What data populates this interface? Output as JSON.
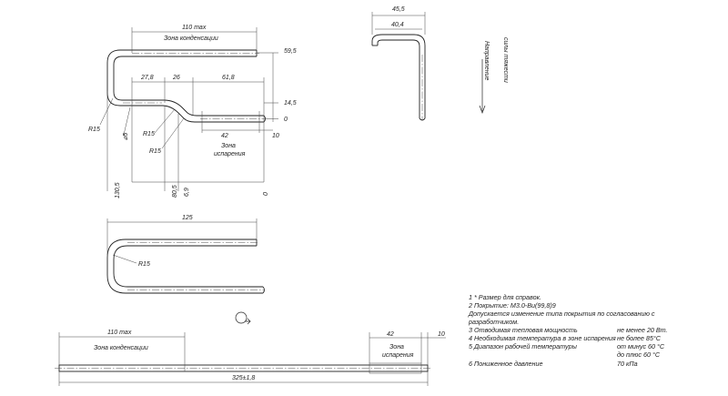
{
  "front_view": {
    "dim_110max": "110 max",
    "zone_condensation": "Зона конденсации",
    "dim_59_5": "59,5",
    "dim_27_8": "27,8",
    "dim_26": "26",
    "dim_61_8": "61,8",
    "dim_14_5": "14,5",
    "dim_0_right": "0",
    "dim_42": "42",
    "dim_10": "10",
    "zone_evaporation_1": "Зона",
    "zone_evaporation_2": "испарения",
    "r15_a": "R15",
    "r15_b": "R15",
    "r15_c": "R15",
    "dia5": "⌀5",
    "dim_130_5": "130,5",
    "dim_80_5": "80,5",
    "dim_6_9": "6,9",
    "dim_0_bottom": "0"
  },
  "side_view": {
    "dim_45_5": "45,5",
    "dim_40_4": "40,4",
    "gravity_1": "Направление",
    "gravity_2": "силы тяжести"
  },
  "top_view": {
    "dim_125": "125",
    "r15": "R15"
  },
  "flat_view": {
    "dim_110max": "110 max",
    "zone_condensation": "Зона конденсации",
    "dim_42": "42",
    "dim_10": "10",
    "zone_evaporation_1": "Зона",
    "zone_evaporation_2": "испарения",
    "dim_total": "325±1,8"
  },
  "notes": [
    {
      "text": "1 * Размер для справок.",
      "value": ""
    },
    {
      "text": "2 Покрытие: М3.0-Ви(99,8)9",
      "value": ""
    },
    {
      "text": "Допускается изменение типа покрытия по согласованию с",
      "value": ""
    },
    {
      "text": "разработчиком.",
      "value": ""
    },
    {
      "text": "3 Отводимая тепловая мощность",
      "value": "не менее 20 Вт."
    },
    {
      "text": "4 Необходимая температура в зоне испарения",
      "value": "не более 85°С"
    },
    {
      "text": "5 Диапазон рабочей температуры",
      "value": "от минус 60 °С"
    },
    {
      "text": "",
      "value": "до плюс 60 °С"
    },
    {
      "text": "6 Пониженное давление",
      "value": "70 кПа"
    }
  ]
}
